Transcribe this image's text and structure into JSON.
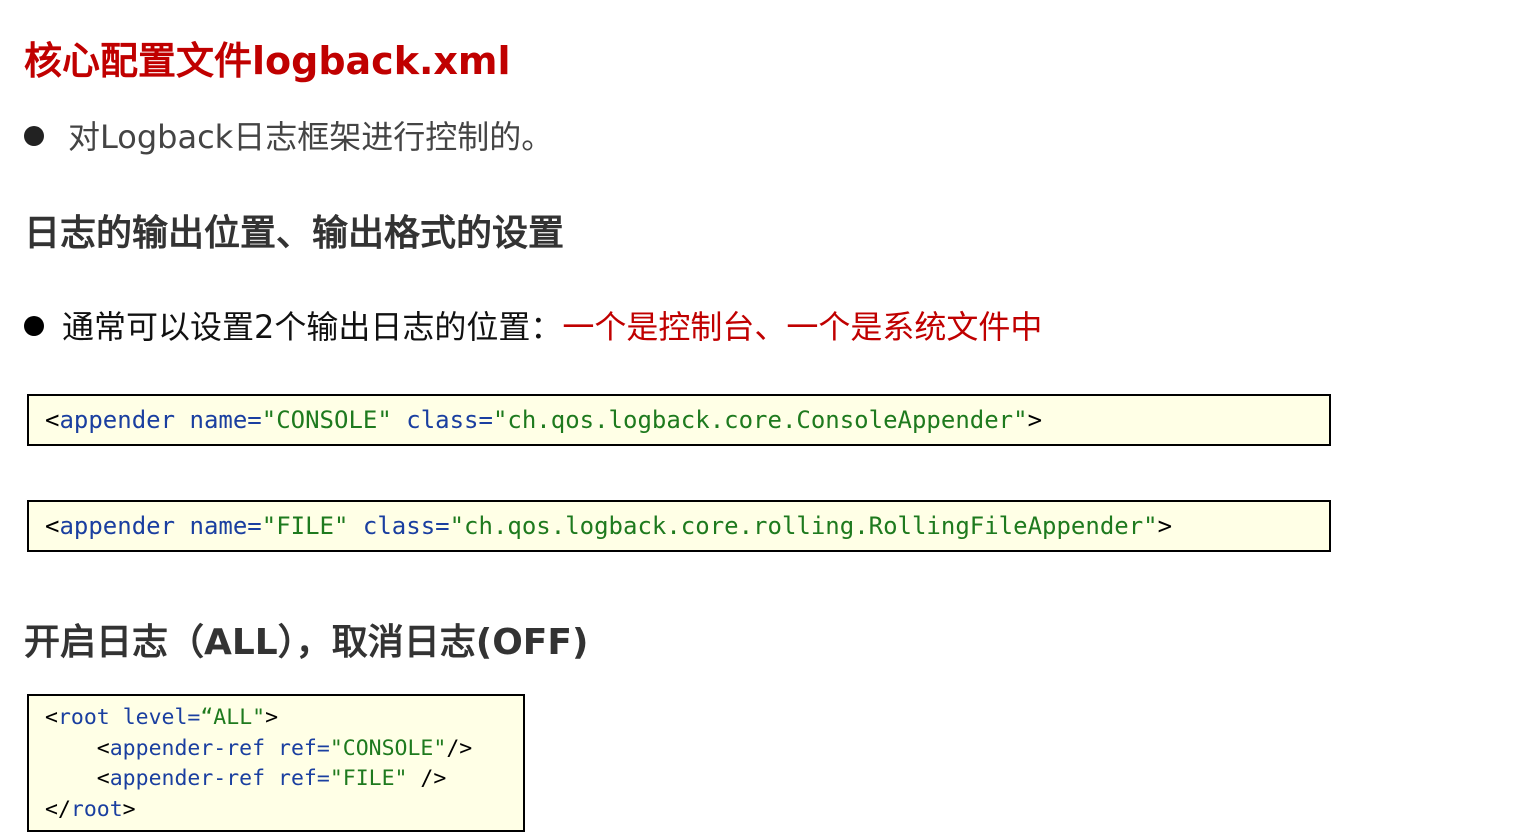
{
  "title": "核心配置文件logback.xml",
  "bullet1": {
    "text": "对Logback日志框架进行控制的。"
  },
  "section1": {
    "heading": "日志的输出位置、输出格式的设置"
  },
  "bullet2": {
    "text": "通常可以设置2个输出日志的位置：",
    "highlight": "一个是控制台、一个是系统文件中"
  },
  "code1": {
    "open": "<",
    "tag": "appender",
    "attr1": "name=",
    "val1": "\"CONSOLE\"",
    "attr2": "class=",
    "val2": "\"ch.qos.logback.core.ConsoleAppender\"",
    "close": ">"
  },
  "code2": {
    "open": "<",
    "tag": "appender",
    "attr1": "name=",
    "val1": "\"FILE\"",
    "attr2": "class=",
    "val2": "\"ch.qos.logback.core.rolling.RollingFileAppender\"",
    "close": ">"
  },
  "section2": {
    "heading": "开启日志（ALL），取消日志(OFF)"
  },
  "code3": {
    "line1": {
      "open": "<",
      "tag": "root",
      "attr": "level=",
      "val": "“ALL\"",
      "close": ">"
    },
    "line2": {
      "indent": "    ",
      "open": "<",
      "tag": "appender-ref",
      "attr": "ref=",
      "val": "\"CONSOLE\"",
      "close": "/>"
    },
    "line3": {
      "indent": "    ",
      "open": "<",
      "tag": "appender-ref",
      "attr": "ref=",
      "val": "\"FILE\"",
      "close": " />"
    },
    "line4": {
      "open": "</",
      "tag": "root",
      "close": ">"
    }
  }
}
